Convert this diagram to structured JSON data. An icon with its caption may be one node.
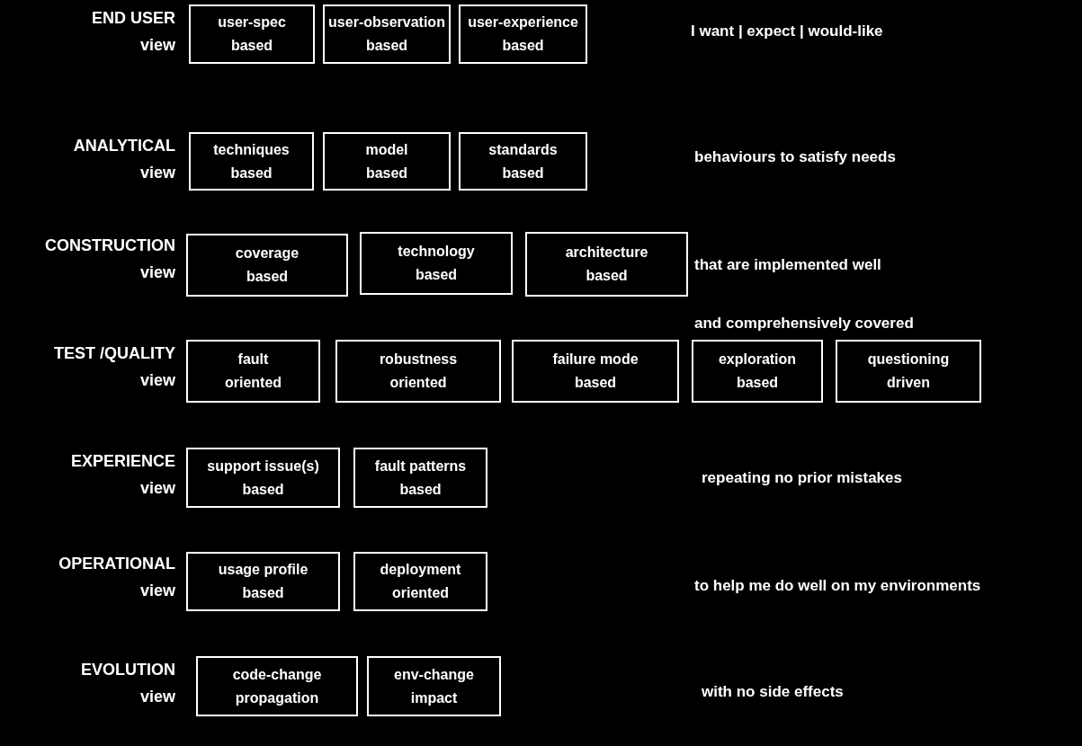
{
  "diagram": {
    "nodes": [
      {
        "text": [
          "user-spec based"
        ]
      },
      {
        "text": [
          "user-observation based"
        ]
      },
      {
        "text": [
          "user-experience based"
        ]
      },
      {
        "text": [
          "techniques based"
        ]
      },
      {
        "text": [
          "model based"
        ]
      },
      {
        "text": [
          "standards based"
        ]
      },
      {
        "text": [
          "coverage based"
        ]
      },
      {
        "text": [
          "technology based"
        ]
      },
      {
        "text": [
          "architecture based"
        ]
      },
      {
        "text": [
          "fault oriented"
        ]
      },
      {
        "text": [
          "robustness oriented"
        ]
      },
      {
        "text": [
          "failure mode based"
        ]
      },
      {
        "text": [
          "exploration based"
        ]
      },
      {
        "text": [
          "questioning driven"
        ]
      },
      {
        "text": [
          "support issue(s) based"
        ]
      },
      {
        "text": [
          "fault patterns based"
        ]
      },
      {
        "text": [
          "usage profile based"
        ]
      },
      {
        "text": [
          "deployment oriented"
        ]
      },
      {
        "text": [
          "code-change propagation"
        ]
      },
      {
        "text": [
          "env-change impact"
        ]
      }
    ],
    "edges": [],
    "labels": [
      "END USER view",
      "I want | expect | would-like",
      "ANALYTICAL view",
      "behaviours to satisfy needs",
      "CONSTRUCTION view",
      "that are implemented well",
      "and comprehensively covered",
      "TEST /QUALITY view",
      "EXPERIENCE view",
      "repeating no prior mistakes",
      "OPERATIONAL view",
      "to help me do well on my environments",
      "EVOLUTION view",
      "with no side effects"
    ]
  }
}
